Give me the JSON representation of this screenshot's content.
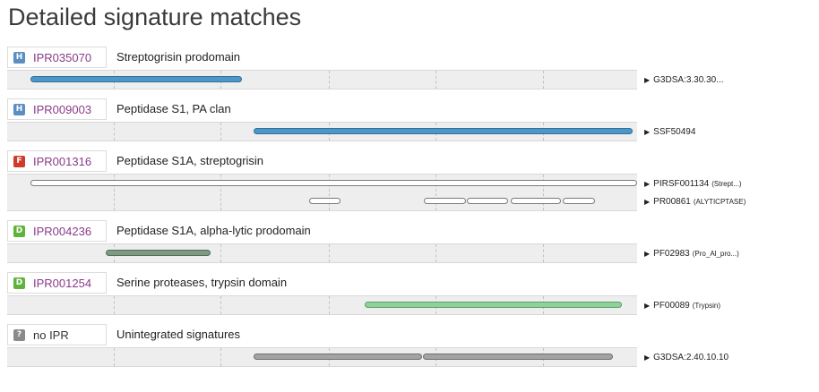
{
  "page": {
    "title": "Detailed signature matches"
  },
  "entries": [
    {
      "type_letter": "H",
      "accession": "IPR035070",
      "name": "Streptogrisin prodomain",
      "signatures": [
        {
          "id": "G3DSA:3.30.30...",
          "desc": "",
          "color": "blue",
          "segments": [
            [
              0.037,
              0.372
            ]
          ]
        }
      ]
    },
    {
      "type_letter": "H",
      "accession": "IPR009003",
      "name": "Peptidase S1, PA clan",
      "signatures": [
        {
          "id": "SSF50494",
          "desc": "",
          "color": "blue",
          "segments": [
            [
              0.391,
              0.992
            ]
          ]
        }
      ]
    },
    {
      "type_letter": "F",
      "accession": "IPR001316",
      "name": "Peptidase S1A, streptogrisin",
      "signatures": [
        {
          "id": "PIRSF001134",
          "desc": "(Strept...)",
          "color": "white",
          "segments": [
            [
              0.037,
              1.0
            ]
          ]
        },
        {
          "id": "PR00861",
          "desc": "(ALYTICPTASE)",
          "color": "white",
          "segments": [
            [
              0.48,
              0.53
            ],
            [
              0.661,
              0.728
            ],
            [
              0.73,
              0.795
            ],
            [
              0.8,
              0.88
            ],
            [
              0.882,
              0.933
            ]
          ]
        }
      ]
    },
    {
      "type_letter": "D",
      "accession": "IPR004236",
      "name": "Peptidase S1A, alpha-lytic prodomain",
      "signatures": [
        {
          "id": "PF02983",
          "desc": "(Pro_Al_pro...)",
          "color": "darkgreen",
          "segments": [
            [
              0.157,
              0.324
            ]
          ]
        }
      ]
    },
    {
      "type_letter": "D",
      "accession": "IPR001254",
      "name": "Serine proteases, trypsin domain",
      "signatures": [
        {
          "id": "PF00089",
          "desc": "(Trypsin)",
          "color": "lightgreen",
          "segments": [
            [
              0.568,
              0.976
            ]
          ]
        }
      ]
    },
    {
      "type_letter": "?",
      "accession": "no IPR",
      "name": "Unintegrated signatures",
      "signatures": [
        {
          "id": "G3DSA:2.40.10.10",
          "desc": "",
          "color": "grey",
          "segments": [
            [
              0.391,
              0.658
            ],
            [
              0.66,
              0.962
            ]
          ]
        }
      ]
    }
  ],
  "gridlines": [
    0.169,
    0.339,
    0.51,
    0.68,
    0.851
  ]
}
